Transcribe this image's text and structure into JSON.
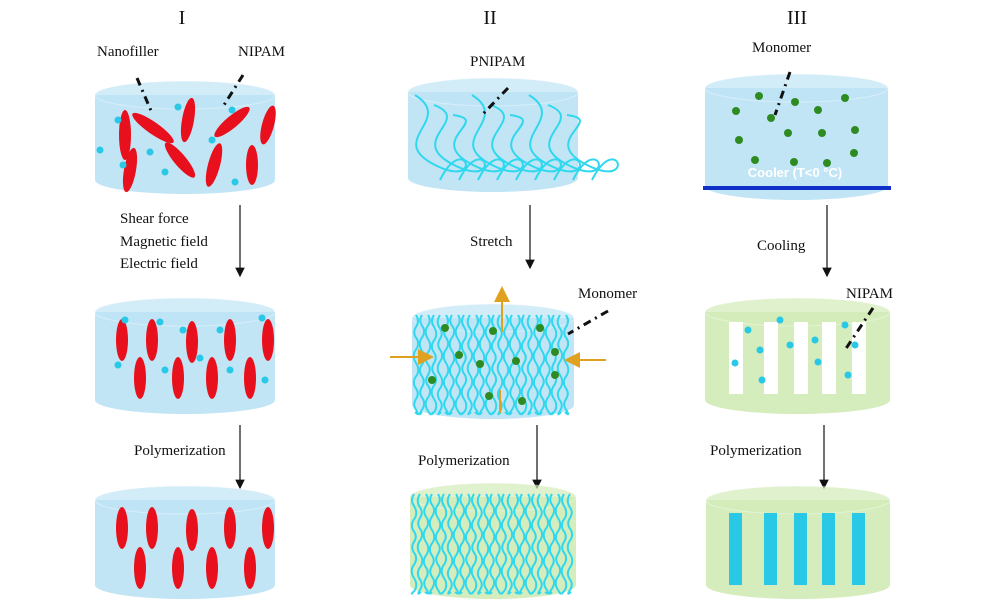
{
  "columns": [
    {
      "title": "I",
      "label_a": "Nanofiller",
      "label_b": "NIPAM",
      "step1": [
        "Shear force",
        "Magnetic field",
        "Electric field"
      ],
      "step2": "Polymerization"
    },
    {
      "title": "II",
      "label_a": "PNIPAM",
      "label_b": "Monomer",
      "step1": [
        "Stretch"
      ],
      "step2": "Polymerization"
    },
    {
      "title": "III",
      "label_a": "Monomer",
      "label_b": "NIPAM",
      "cooler": "Cooler (T<0 °C)",
      "step1": [
        "Cooling"
      ],
      "step2": "Polymerization"
    }
  ],
  "colors": {
    "gel_blue": "#bfe4f6",
    "gel_green": "#d3ecb9",
    "nanofiller": "#e8101c",
    "nipam_dot": "#28c8e6",
    "monomer_dot": "#2e8b22",
    "chain": "#2fd8ee",
    "force_arrow": "#e0a020",
    "cooler_bar": "#1030c8"
  }
}
